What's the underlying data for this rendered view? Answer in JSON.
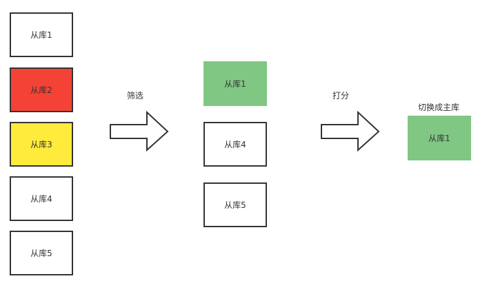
{
  "colors": {
    "border": "#333333",
    "failed": "#f44336",
    "warning": "#ffeb3b",
    "selected": "#81c784",
    "default": "#ffffff"
  },
  "stage1": {
    "nodes": [
      {
        "label": "从库1",
        "status": "default"
      },
      {
        "label": "从库2",
        "status": "failed"
      },
      {
        "label": "从库3",
        "status": "warning"
      },
      {
        "label": "从库4",
        "status": "default"
      },
      {
        "label": "从库5",
        "status": "default"
      }
    ]
  },
  "step1": {
    "label": "筛选"
  },
  "stage2": {
    "nodes": [
      {
        "label": "从库1",
        "status": "selected"
      },
      {
        "label": "从库4",
        "status": "default"
      },
      {
        "label": "从库5",
        "status": "default"
      }
    ]
  },
  "step2": {
    "label": "打分"
  },
  "stage3": {
    "title": "切换成主库",
    "node": {
      "label": "从库1",
      "status": "selected"
    }
  }
}
